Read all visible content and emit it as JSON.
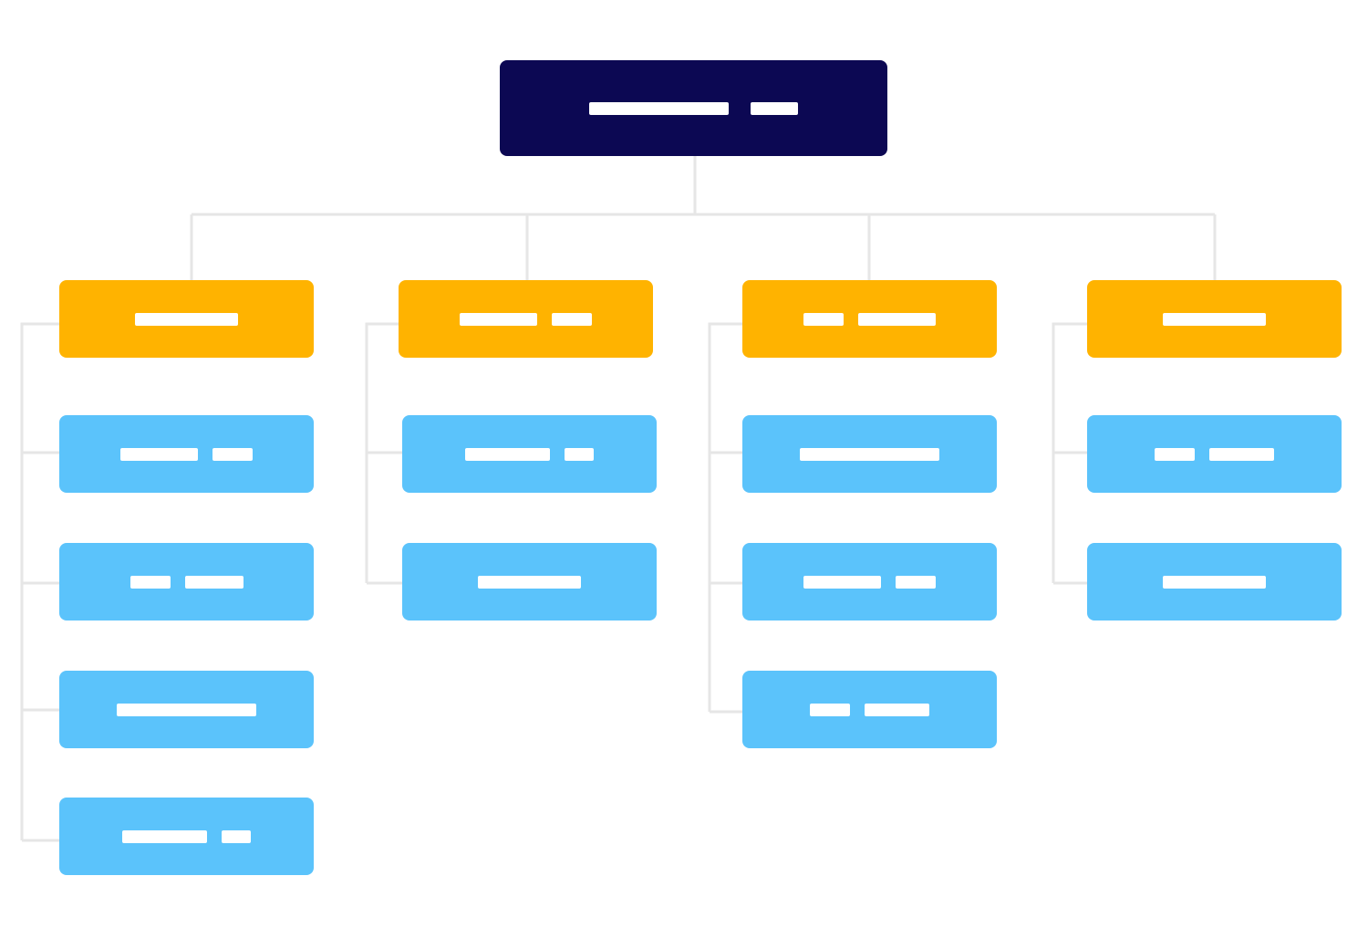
{
  "diagram": {
    "type": "org-chart",
    "colors": {
      "root": "#0c0853",
      "department": "#ffb300",
      "team": "#5bc3fb",
      "connector": "#e6e6e6",
      "placeholder_text": "#ffffff"
    },
    "root": {
      "label": "",
      "placeholder_segments": 2
    },
    "departments": [
      {
        "label": "",
        "placeholder_segments": 1,
        "teams": [
          {
            "label": "",
            "placeholder_segments": 2
          },
          {
            "label": "",
            "placeholder_segments": 2
          },
          {
            "label": "",
            "placeholder_segments": 1
          },
          {
            "label": "",
            "placeholder_segments": 2
          }
        ]
      },
      {
        "label": "",
        "placeholder_segments": 2,
        "teams": [
          {
            "label": "",
            "placeholder_segments": 2
          },
          {
            "label": "",
            "placeholder_segments": 1
          }
        ]
      },
      {
        "label": "",
        "placeholder_segments": 2,
        "teams": [
          {
            "label": "",
            "placeholder_segments": 1
          },
          {
            "label": "",
            "placeholder_segments": 2
          },
          {
            "label": "",
            "placeholder_segments": 2
          }
        ]
      },
      {
        "label": "",
        "placeholder_segments": 1,
        "teams": [
          {
            "label": "",
            "placeholder_segments": 2
          },
          {
            "label": "",
            "placeholder_segments": 1
          }
        ]
      }
    ]
  }
}
